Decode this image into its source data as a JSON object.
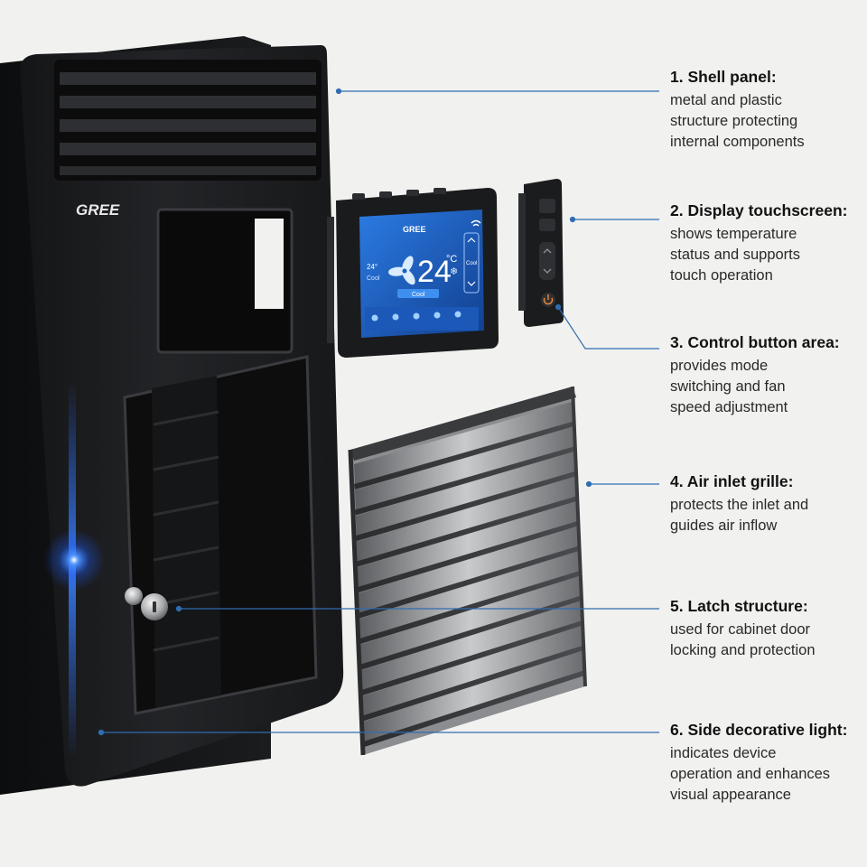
{
  "device": {
    "brand_logo": "GREE",
    "screen": {
      "brand": "GREE",
      "temperature": "24",
      "unit": "°C",
      "mode": "Cool",
      "side_temp": "24°",
      "side_mode": "Cool",
      "side_right": "Cool"
    }
  },
  "callouts": [
    {
      "title": "1. Shell panel:",
      "desc": [
        "metal and plastic",
        "structure protecting",
        "internal components"
      ]
    },
    {
      "title": "2. Display touchscreen:",
      "desc": [
        "shows temperature",
        "status and supports",
        "touch operation"
      ]
    },
    {
      "title": "3. Control button area:",
      "desc": [
        "provides mode",
        "switching and fan",
        "speed adjustment"
      ]
    },
    {
      "title": "4. Air inlet grille:",
      "desc": [
        "protects the inlet and",
        "guides air inflow"
      ]
    },
    {
      "title": "5. Latch structure:",
      "desc": [
        "used for cabinet door",
        "locking and protection"
      ]
    },
    {
      "title": "6. Side decorative light:",
      "desc": [
        "indicates device",
        "operation and enhances",
        "visual appearance"
      ]
    }
  ],
  "colors": {
    "leader": "#2f6db0",
    "cabinet": "#1d1e20",
    "accent_light": "#2f7dff",
    "screen_bg": "#1e5fc4"
  },
  "icons": [
    "snowflake-icon",
    "fan-icon",
    "wifi-icon",
    "power-icon",
    "chevron-up-icon",
    "chevron-down-icon",
    "lock-icon"
  ]
}
